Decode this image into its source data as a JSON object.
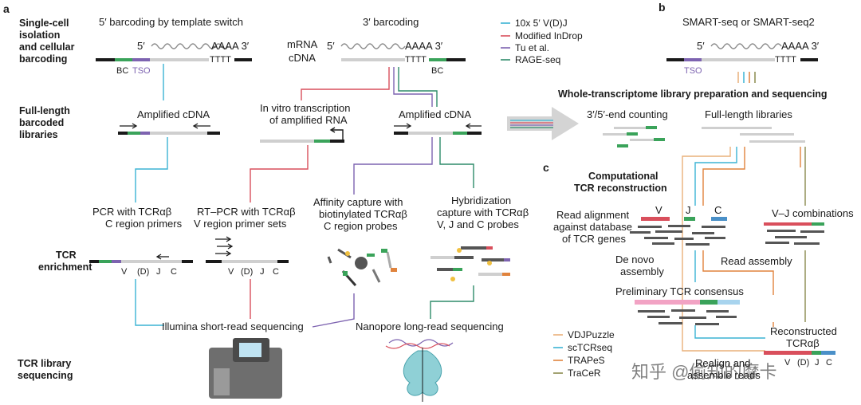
{
  "panels": {
    "a": "a",
    "b": "b",
    "c": "c"
  },
  "row_labels": {
    "r1": [
      "Single-cell",
      "isolation",
      "and cellular",
      "barcoding"
    ],
    "r2": [
      "Full-length",
      "barcoded",
      "libraries"
    ],
    "r3": [
      "TCR",
      "enrichment"
    ],
    "r4": [
      "TCR library",
      "sequencing"
    ]
  },
  "headers": {
    "template_switch": "5′ barcoding by template switch",
    "three_prime": "3′ barcoding",
    "smart": "SMART-seq or SMART-seq2",
    "whole_tx": "Whole-transcriptome library preparation and sequencing",
    "comp": [
      "Computational",
      "TCR reconstruction"
    ]
  },
  "seq": {
    "five": "5′",
    "aaaa": "AAAA 3′",
    "tttt": "TTTT",
    "bc": "BC",
    "tso": "TSO",
    "mrna": "mRNA",
    "cdna": "cDNA"
  },
  "legend_top": [
    {
      "label": "10x 5′ V(D)J",
      "color": "#3bb3d4"
    },
    {
      "label": "Modified InDrop",
      "color": "#d94f5c"
    },
    {
      "label": "Tu et al.",
      "color": "#7d63b0"
    },
    {
      "label": "RAGE-seq",
      "color": "#2e8b6a"
    }
  ],
  "legend_bottom": [
    {
      "label": "VDJPuzzle",
      "color": "#e9b07a"
    },
    {
      "label": "scTCRseq",
      "color": "#3bb3d4"
    },
    {
      "label": "TRAPeS",
      "color": "#e0833d"
    },
    {
      "label": "TraCeR",
      "color": "#8a8a4e"
    }
  ],
  "stage2": {
    "amp_left": "Amplified cDNA",
    "ivt": [
      "In vitro transcription",
      "of amplified RNA"
    ],
    "amp_right": "Amplified cDNA",
    "counting": "3′/5′-end counting",
    "fulllen": "Full-length libraries"
  },
  "enrich": {
    "pcr": [
      "PCR with TCRαβ",
      "C region primers"
    ],
    "rtpcr": [
      "RT–PCR with TCRαβ",
      "V region primer sets"
    ],
    "affinity": [
      "Affinity capture with",
      "biotinylated TCRαβ",
      "C region probes"
    ],
    "hybrid": [
      "Hybridization",
      "capture with TCRαβ",
      "V, J and C probes"
    ],
    "gene_labels": [
      "V",
      "(D)",
      "J",
      "C"
    ]
  },
  "sequencing": {
    "illumina": "Illumina short-read sequencing",
    "nanopore": "Nanopore long-read sequencing"
  },
  "panel_c": {
    "read_align": [
      "Read alignment",
      "against database",
      "of TCR genes"
    ],
    "vj_comb": "V–J combinations",
    "v": "V",
    "j": "J",
    "c": "C",
    "denovo": [
      "De novo",
      "assembly"
    ],
    "readasm": "Read assembly",
    "prelim": "Preliminary TCR consensus",
    "recon": [
      "Reconstructed",
      "TCRαβ"
    ],
    "realign": [
      "Realign and",
      "assemble reads"
    ],
    "final_labels": [
      "V",
      "(D)",
      "J",
      "C"
    ]
  },
  "watermark": "知乎 @偷知的摩卡",
  "colors": {
    "dark": "#1a1a1a",
    "grey": "#cfcfcf",
    "green": "#3aa35a",
    "purple": "#7d63b0",
    "red": "#d94f5c",
    "blue": "#4a90c8",
    "pink": "#f2a3c4",
    "orange": "#e0833d",
    "lightblue": "#a8d4ee"
  }
}
